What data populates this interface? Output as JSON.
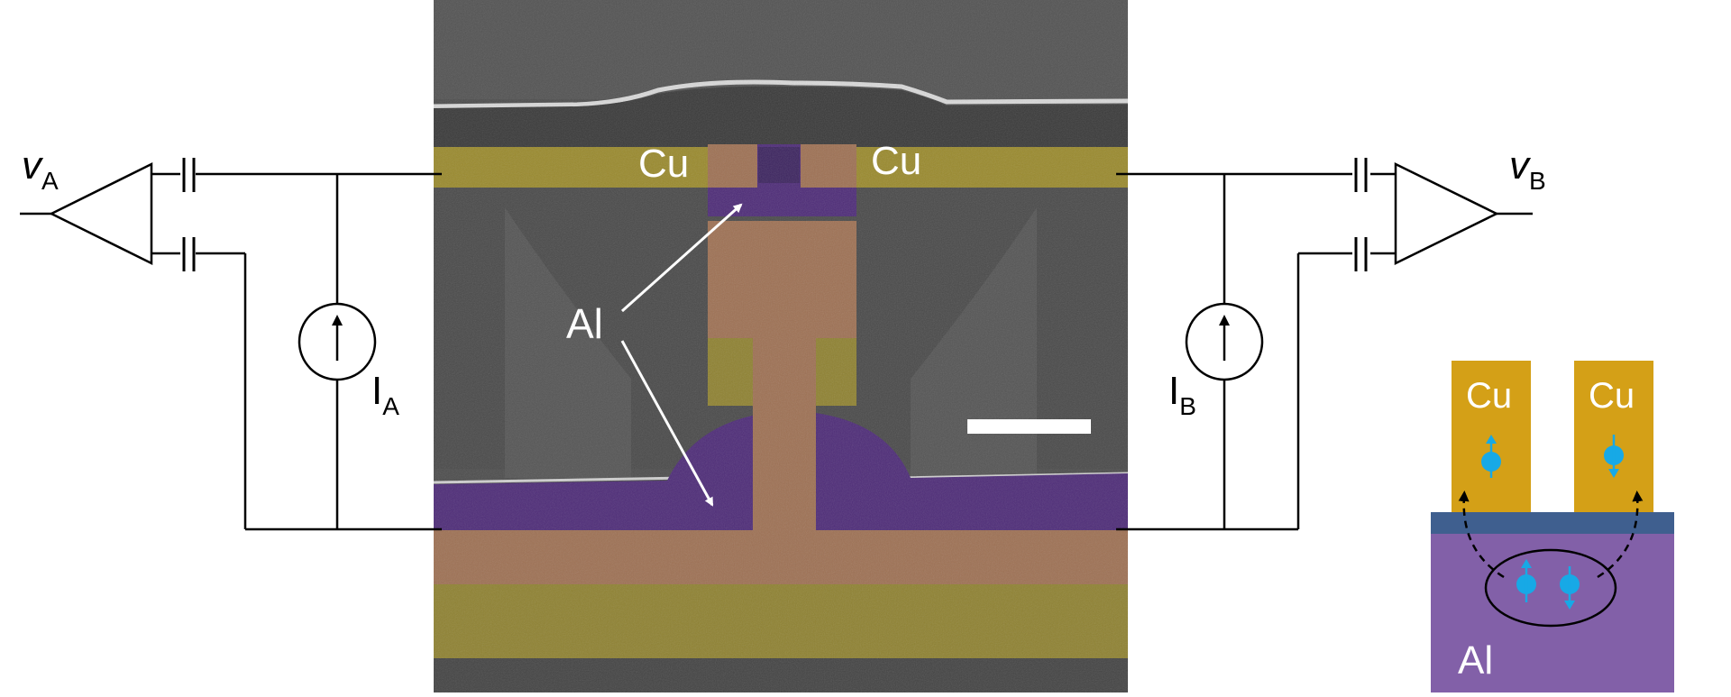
{
  "labels": {
    "v_a": "v",
    "v_a_sub": "A",
    "v_b": "v",
    "v_b_sub": "B",
    "i_a": "I",
    "i_a_sub": "A",
    "i_b": "I",
    "i_b_sub": "B",
    "cu_left": "Cu",
    "cu_right": "Cu",
    "al": "Al"
  },
  "schematic": {
    "cu_left": "Cu",
    "cu_right": "Cu",
    "al": "Al"
  },
  "colors": {
    "gold_overlay": "#b8a02a",
    "purple_overlay": "#5a2f86",
    "orange_overlay": "#c9875a",
    "sem_background": "#4a4a4a",
    "schematic_gold": "#d4a017",
    "schematic_barrier": "#3f5f8f",
    "schematic_al": "#8260a8",
    "spin_cyan": "#17a9e6"
  },
  "icons": {
    "amplifier": "triangle-amplifier",
    "capacitor": "capacitor-symbol",
    "current_source": "circle-arrow-up"
  }
}
